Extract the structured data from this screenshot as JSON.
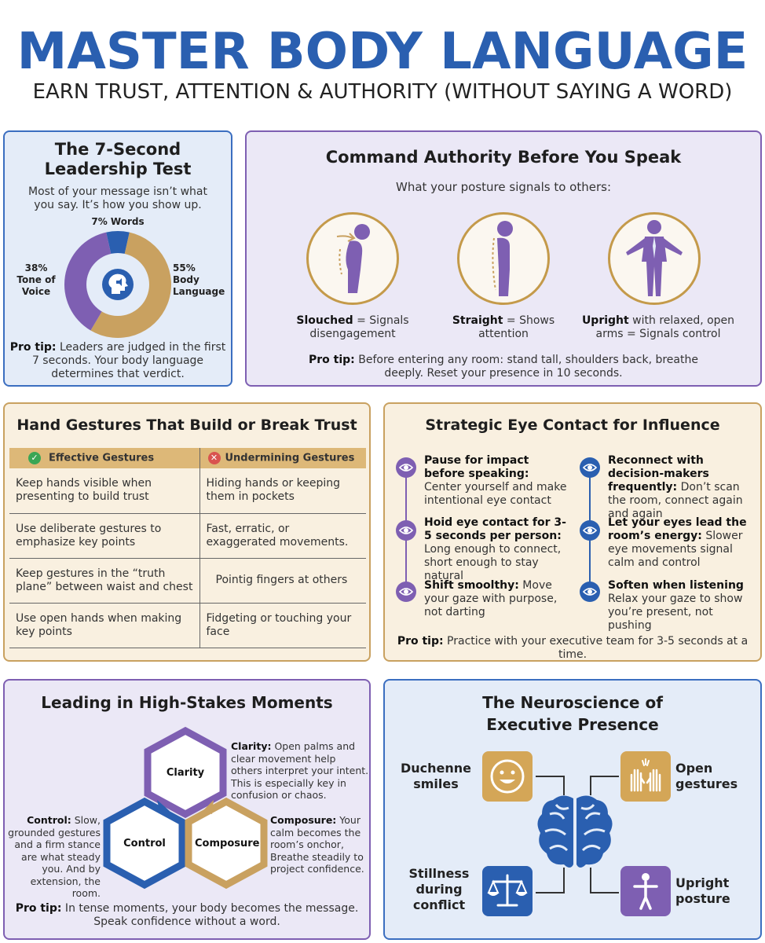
{
  "header": {
    "title": "MASTER BODY LANGUAGE",
    "subtitle": "EARN TRUST, ATTENTION & AUTHORITY (WITHOUT SAYING A WORD)"
  },
  "leadership_test": {
    "heading_line1": "The 7-Second",
    "heading_line2": "Leadership Test",
    "intro_line1": "Most of your message isn’t what",
    "intro_line2": "you say. It’s how you show up.",
    "words_label": "7% Words",
    "tone_line1": "38%",
    "tone_line2": "Tone of",
    "tone_line3": "Voice",
    "body_line1": "55%",
    "body_line2": "Body",
    "body_line3": "Language",
    "donut_values": {
      "words": 7,
      "tone": 38,
      "body": 55
    },
    "pro_tip_label": "Pro tip:",
    "pro_tip_line1": " Leaders are judged in the first",
    "pro_tip_line2": "7 seconds. Your body language",
    "pro_tip_line3": "determines that verdict.",
    "icon": "speaking-head-icon"
  },
  "authority": {
    "heading": "Command Authority Before You Speak",
    "intro": "What your posture signals to others:",
    "postures": [
      {
        "bold": "Slouched",
        "rest1": " = Signals",
        "rest2": "disengagement",
        "icon": "slouched-figure-icon"
      },
      {
        "bold": "Straight",
        "rest1": " = Shows",
        "rest2": "attention",
        "icon": "straight-figure-icon"
      },
      {
        "bold": "Upright",
        "rest1": " with relaxed, open",
        "rest2": "arms = Signals control",
        "icon": "open-arms-figure-icon"
      }
    ],
    "pro_tip_label": "Pro tip:",
    "pro_tip_line1": " Before entering any room: stand tall, shoulders back, breathe",
    "pro_tip_line2": "deeply. Reset your presence in 10 seconds."
  },
  "gestures": {
    "heading": "Hand Gestures That Build or Break Trust",
    "effective_header": "Effective Gestures",
    "undermining_header": "Undermining Gestures",
    "rows": [
      {
        "effective": "Keep hands visible when presenting to build trust",
        "undermining": "Hiding hands or keeping them in pockets"
      },
      {
        "effective": "Use deliberate gestures to emphasize key points",
        "undermining": "Fast, erratic, or exaggerated movements."
      },
      {
        "effective": "Keep gestures in the “truth plane” between waist and chest",
        "undermining": "Pointig fingers at others"
      },
      {
        "effective": "Use open hands when making key points",
        "undermining": "Fidgeting or touching your face"
      }
    ]
  },
  "eye_contact": {
    "heading": "Strategic Eye Contact for Influence",
    "left_items": [
      {
        "bold": "Pause for impact before speaking:",
        "rest": " Center yourself and make intentional eye contact"
      },
      {
        "bold": "Hoid eye contact for 3-5 seconds per person:",
        "rest": " Long enough to connect, short enough to stay natural"
      },
      {
        "bold": "Shift smoolthy:",
        "rest": " Move your gaze with purpose, not darting"
      }
    ],
    "right_items": [
      {
        "bold": "Reconnect with decision-makers frequently:",
        "rest": " Don’t scan the room, connect again and again"
      },
      {
        "bold": "Let your eyes lead the room’s energy:",
        "rest": " Slower eye movements signal calm and control"
      },
      {
        "bold": "Soften when listening",
        "rest": " Relax your gaze to show you’re present, not pushing"
      }
    ],
    "pro_tip_label": "Pro tip:",
    "pro_tip": " Practice with your executive team for 3-5 seconds at a time.",
    "icon": "eye-icon"
  },
  "high_stakes": {
    "heading": "Leading in High-Stakes Moments",
    "hex_clarity": "Clarity",
    "hex_control": "Control",
    "hex_composure": "Composure",
    "clarity_bold": "Clarity:",
    "clarity_text": " Open palms and clear movement help others interpret your intent. This is especially key in confusion or chaos.",
    "control_bold": "Control:",
    "control_text": " Slow, grounded gestures and a firm stance are what steady you. And by extension, the room.",
    "composure_bold": "Composure:",
    "composure_text": " Your calm becomes the room’s onchor, Breathe steadily to project confidence.",
    "pro_tip_label": "Pro tip:",
    "pro_tip_line1": " In tense moments, your body becomes the message.",
    "pro_tip_line2": "Speak confidence without a word."
  },
  "neuroscience": {
    "heading_line1": "The Neuroscience of",
    "heading_line2": "Executive Presence",
    "duchenne_line1": "Duchenne",
    "duchenne_line2": "smiles",
    "open_line1": "Open",
    "open_line2": "gestures",
    "stillness_line1": "Stillness",
    "stillness_line2": "during",
    "stillness_line3": "conflict",
    "upright_line1": "Upright",
    "upright_line2": "posture",
    "icons": [
      "smile-icon",
      "open-hands-icon",
      "balance-scale-icon",
      "upright-person-icon",
      "brain-icon"
    ]
  },
  "colors": {
    "brand_blue": "#2a5fb0",
    "purple": "#7e5fb2",
    "gold": "#c9a160",
    "green_check": "#3aa655",
    "red_x": "#d9534f"
  }
}
